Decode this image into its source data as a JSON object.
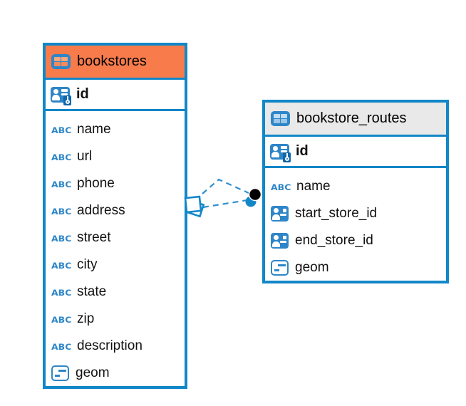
{
  "icons": {
    "text_glyph": "ABC"
  },
  "colors": {
    "accent_blue": "#1287C8",
    "icon_blue": "#2E86C8",
    "bookstores_header_bg": "#F87B4C",
    "routes_header_bg": "#E9E9E9",
    "connector_dash_blue": "#2E8FCF",
    "connector_dot_black": "#000000",
    "text": "#111111"
  },
  "diagram": {
    "tables": [
      {
        "title": "bookstores",
        "primary_key": "id",
        "columns": [
          {
            "name": "name",
            "icon": "text-icon"
          },
          {
            "name": "url",
            "icon": "text-icon"
          },
          {
            "name": "phone",
            "icon": "text-icon"
          },
          {
            "name": "address",
            "icon": "text-icon"
          },
          {
            "name": "street",
            "icon": "text-icon"
          },
          {
            "name": "city",
            "icon": "text-icon"
          },
          {
            "name": "state",
            "icon": "text-icon"
          },
          {
            "name": "zip",
            "icon": "text-icon"
          },
          {
            "name": "description",
            "icon": "text-icon"
          },
          {
            "name": "geom",
            "icon": "geometry-icon"
          }
        ]
      },
      {
        "title": "bookstore_routes",
        "primary_key": "id",
        "columns": [
          {
            "name": "name",
            "icon": "text-icon"
          },
          {
            "name": "start_store_id",
            "icon": "person-ref-icon"
          },
          {
            "name": "end_store_id",
            "icon": "person-ref-icon"
          },
          {
            "name": "geom",
            "icon": "geometry-icon"
          }
        ]
      }
    ],
    "connector": {
      "style": "dashed",
      "line_count": 2,
      "between": [
        "bookstores",
        "bookstore_routes"
      ]
    }
  }
}
